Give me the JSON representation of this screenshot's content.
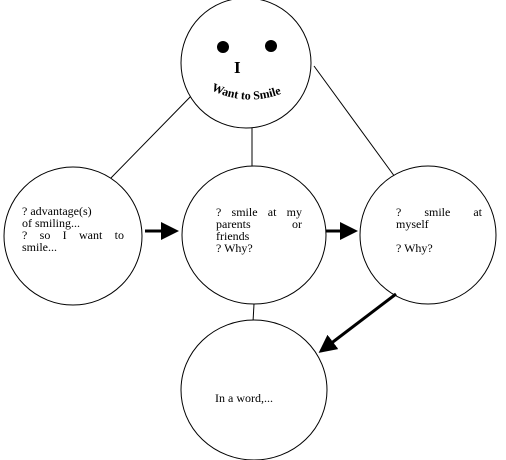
{
  "colors": {
    "stroke": "#000000",
    "background": "#ffffff"
  },
  "top": {
    "face": {
      "left_eye": "eye-dot",
      "right_eye": "eye-dot"
    },
    "subject": "I",
    "title_arc": "Want to Smile"
  },
  "left": {
    "lines": [
      "? advantage(s)",
      "of smiling...",
      "? so I want to",
      "smile..."
    ]
  },
  "center": {
    "lines": [
      "? smile at my",
      "parents or",
      "friends",
      "? Why?"
    ]
  },
  "right": {
    "lines": [
      "? smile at",
      "myself",
      "",
      "? Why?"
    ]
  },
  "bottom": {
    "lines": [
      "In a word,..."
    ]
  }
}
